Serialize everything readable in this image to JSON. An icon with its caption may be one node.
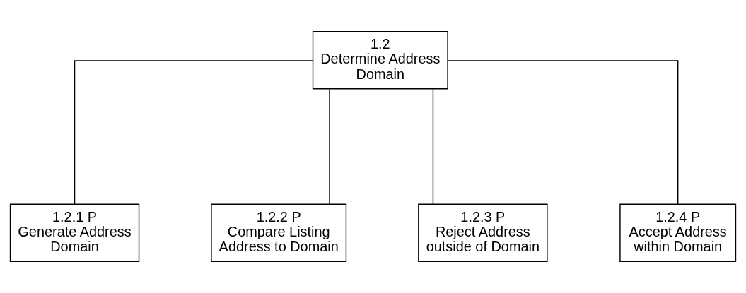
{
  "diagram": {
    "nodes": [
      {
        "text": [
          "1.2",
          "Determine Address Domain"
        ]
      },
      {
        "text": [
          "1.2.1 P",
          "Generate Address Domain"
        ]
      },
      {
        "text": [
          "1.2.2 P",
          "Compare Listing Address to Domain"
        ]
      },
      {
        "text": [
          "1.2.3 P",
          "Reject Address outside of Domain"
        ]
      },
      {
        "text": [
          "1.2.4 P",
          "Accept Address within Domain"
        ]
      }
    ],
    "edges": [
      {
        "from": 0,
        "to": 1,
        "arrow": "none"
      },
      {
        "from": 0,
        "to": 2,
        "arrow": "none"
      },
      {
        "from": 0,
        "to": 3,
        "arrow": "none"
      },
      {
        "from": 0,
        "to": 4,
        "arrow": "none"
      }
    ]
  }
}
